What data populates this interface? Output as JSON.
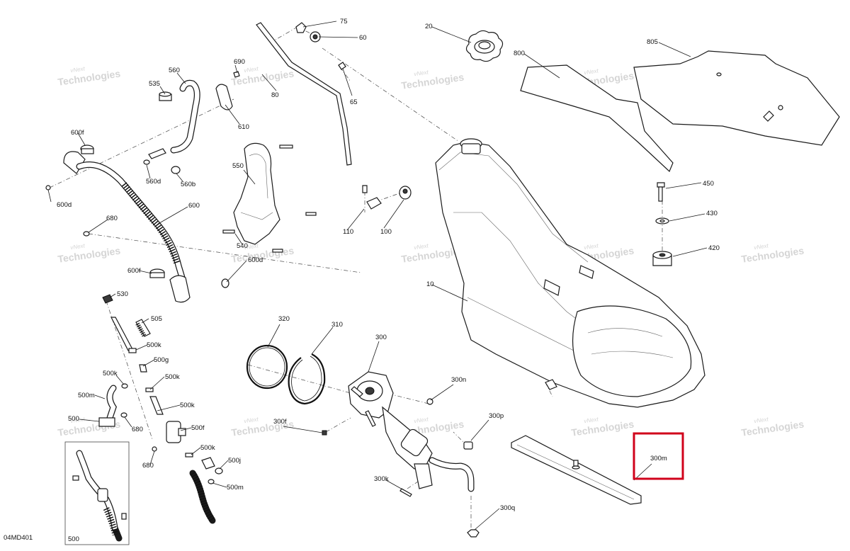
{
  "diagram_id": "04MD401",
  "watermark": {
    "line1": "vNext",
    "line2": "Technologies"
  },
  "callouts": {
    "c75": "75",
    "c60": "60",
    "c65": "65",
    "c80": "80",
    "c20": "20",
    "c800": "800",
    "c805": "805",
    "c690": "690",
    "c610": "610",
    "c560": "560",
    "c535": "535",
    "c600f_top": "600f",
    "c600d": "600d",
    "c560d": "560d",
    "c560b": "560b",
    "c600": "600",
    "c550": "550",
    "c680_a": "680",
    "c540": "540",
    "c600d_b": "600d",
    "c600f_b": "600f",
    "c110": "110",
    "c100": "100",
    "c450": "450",
    "c430": "430",
    "c420": "420",
    "c10": "10",
    "c530": "530",
    "c505": "505",
    "c500k_a": "500k",
    "c500g": "500g",
    "c500k_b": "500k",
    "c500k_c": "500k",
    "c500m_a": "500m",
    "c500k_d": "500k",
    "c500_a": "500",
    "c680_b": "680",
    "c500f": "500f",
    "c500k_e": "500k",
    "c680_c": "680",
    "c500j": "500j",
    "c500m_b": "500m",
    "c320": "320",
    "c310": "310",
    "c300": "300",
    "c300n": "300n",
    "c300f": "300f",
    "c300p": "300p",
    "c300k": "300k",
    "c300q": "300q",
    "c300m": "300m",
    "c500_inset": "500"
  },
  "highlight_label": "300m"
}
